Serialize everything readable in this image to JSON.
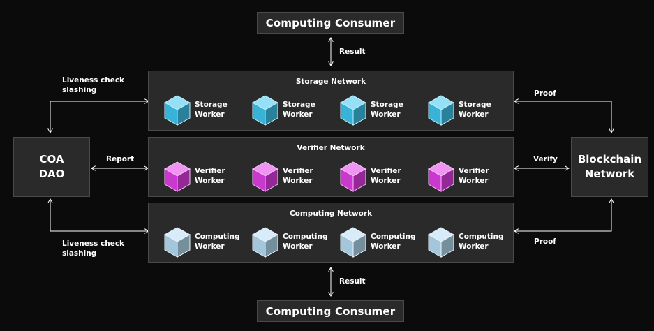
{
  "top_consumer": "Computing Consumer",
  "bottom_consumer": "Computing Consumer",
  "coa_dao": {
    "line1": "COA",
    "line2": "DAO"
  },
  "blockchain": {
    "line1": "Blockchain",
    "line2": "Network"
  },
  "networks": [
    {
      "title": "Storage Network",
      "worker_line1": "Storage",
      "worker_line2": "Worker",
      "count": 4,
      "color": "#3fc6f0"
    },
    {
      "title": "Verifier Network",
      "worker_line1": "Verifier",
      "worker_line2": "Worker",
      "count": 4,
      "color": "#e23ee6"
    },
    {
      "title": "Computing Network",
      "worker_line1": "Computing",
      "worker_line2": "Worker",
      "count": 4,
      "color": "#b6dcf2"
    }
  ],
  "labels": {
    "result_top": "Result",
    "result_bottom": "Result",
    "liveness_top": {
      "line1": "Liveness check",
      "line2": "slashing"
    },
    "liveness_bottom": {
      "line1": "Liveness check",
      "line2": "slashing"
    },
    "report": "Report",
    "proof_top": "Proof",
    "verify": "Verify",
    "proof_bottom": "Proof"
  }
}
